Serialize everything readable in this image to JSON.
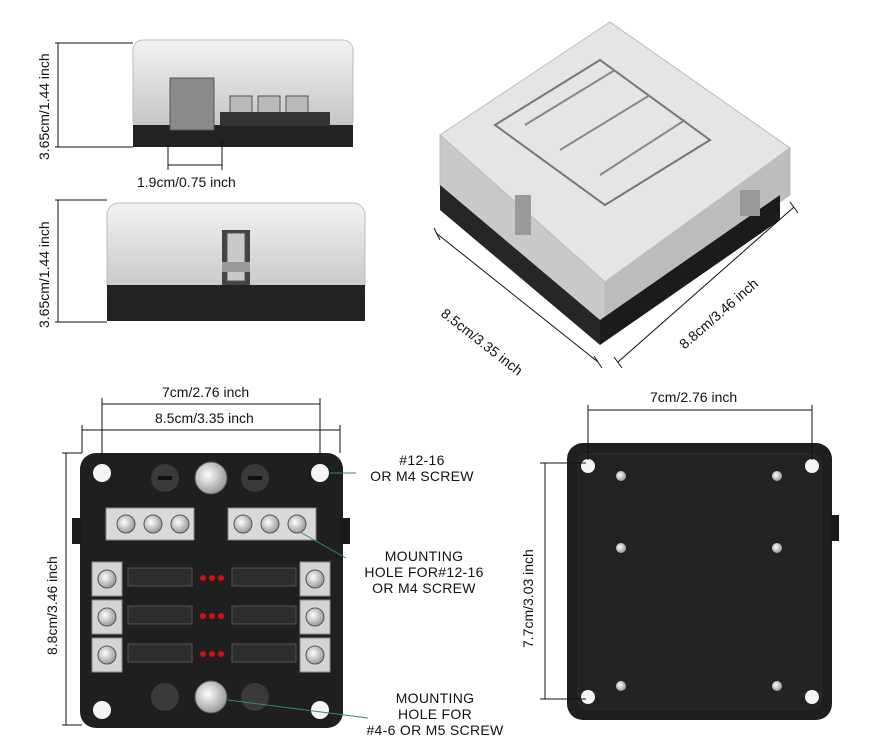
{
  "top_side_view": {
    "height_label": "3.65cm/1.44 inch",
    "bolt_width_label": "1.9cm/0.75 inch"
  },
  "front_view": {
    "height_label": "3.65cm/1.44 inch"
  },
  "iso_view": {
    "length_label": "8.5cm/3.35 inch",
    "width_label": "8.8cm/3.46 inch"
  },
  "top_view": {
    "inner_width_label": "7cm/2.76 inch",
    "outer_width_label": "8.5cm/3.35 inch",
    "height_label": "8.8cm/3.46 inch",
    "callout_screw": [
      "#12-16",
      "OR M4 SCREW"
    ],
    "callout_mount_hole": [
      "MOUNTING",
      "HOLE FOR#12-16",
      "OR M4 SCREW"
    ],
    "callout_bottom_hole": [
      "MOUNTING",
      "HOLE FOR",
      "#4-6 OR M5 SCREW"
    ]
  },
  "bottom_view": {
    "width_label": "7cm/2.76 inch",
    "height_label": "7.7cm/3.03 inch"
  },
  "colors": {
    "housing": "#1e1e1e",
    "cover": "#d6d6d6",
    "metal": "#c8c8c8",
    "led": "#d01010"
  }
}
